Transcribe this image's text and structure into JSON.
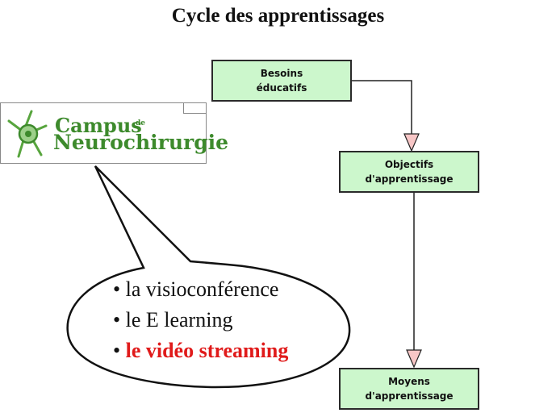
{
  "title": "Cycle des apprentissages",
  "boxes": {
    "besoins": [
      "Besoins",
      "éducatifs"
    ],
    "objectifs": [
      "Objectifs",
      "d'apprentissage"
    ],
    "moyens": [
      "Moyens",
      "d'apprentissage"
    ]
  },
  "logo": {
    "line1": "Campus",
    "small": "de",
    "line2": "Neurochirurgie"
  },
  "bubble": {
    "items": [
      "la visioconférence",
      "le E learning",
      "le vidéo streaming"
    ],
    "bullet": "•"
  },
  "colors": {
    "box_fill": "#ccf7cc",
    "arrow_fill": "#f7c6c6",
    "highlight": "#e01a1a",
    "logo_green": "#3d8a2c"
  }
}
